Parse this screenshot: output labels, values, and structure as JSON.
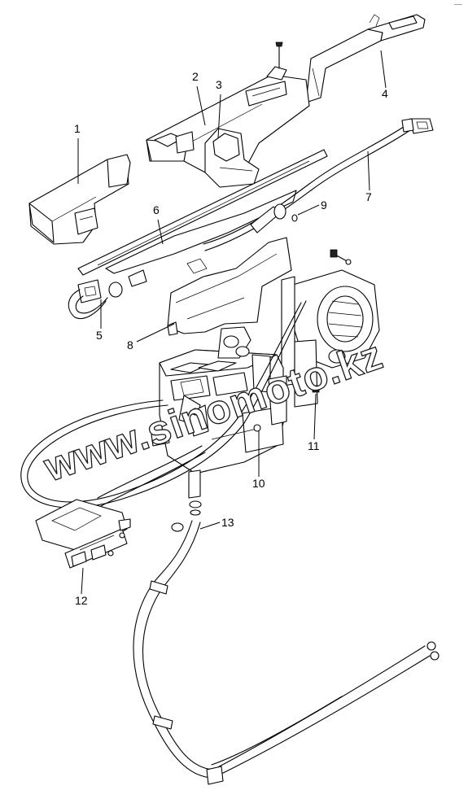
{
  "diagram": {
    "labels": [
      "1",
      "2",
      "3",
      "4",
      "5",
      "6",
      "7",
      "8",
      "9",
      "10",
      "11",
      "12",
      "13"
    ],
    "watermark": "www.sinomoto.kz",
    "corner_mark": "──"
  },
  "colors": {
    "line": "#000000",
    "background": "#ffffff"
  }
}
